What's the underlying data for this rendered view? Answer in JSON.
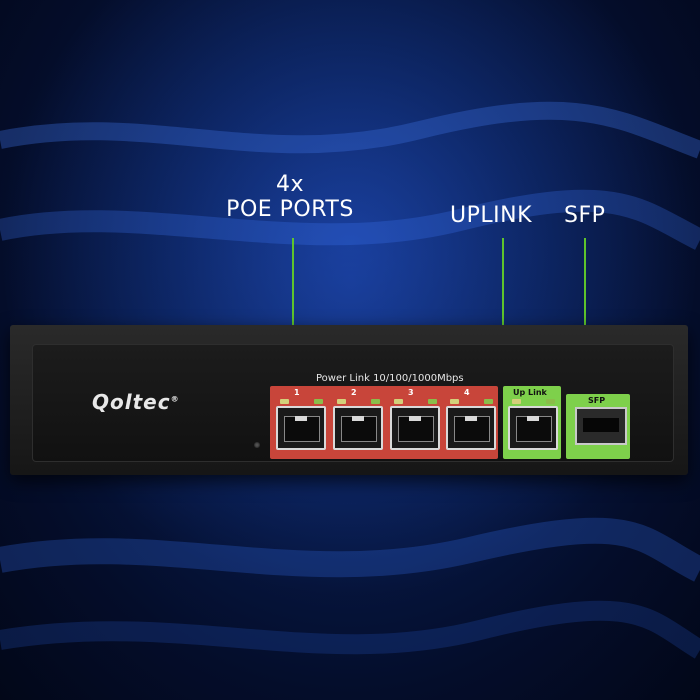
{
  "callouts": {
    "poe_line1": "4x",
    "poe_line2": "POE PORTS",
    "uplink": "UPLINK",
    "sfp": "SFP"
  },
  "device": {
    "brand": "Qoltec",
    "brand_mark": "®",
    "poe_header": "Power Link 10/100/1000Mbps",
    "port_numbers": [
      "1",
      "2",
      "3",
      "4"
    ],
    "uplink_label": "Up Link",
    "sfp_label": "SFP"
  },
  "colors": {
    "accent_green": "#7ed04b",
    "poe_red": "#c8453a",
    "background_blue": "#071a4a"
  }
}
